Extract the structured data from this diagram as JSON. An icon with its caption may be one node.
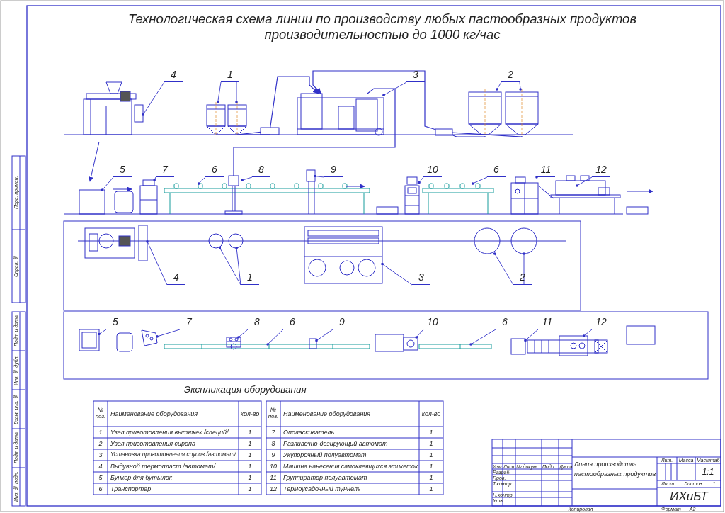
{
  "diagram": {
    "title": "Технологическая схема линии по производству любых пастообразных продуктов производительностью до 1000 кг/час",
    "nodes": [
      {
        "text": [
          "4"
        ]
      },
      {
        "text": [
          "1"
        ]
      },
      {
        "text": [
          "3"
        ]
      },
      {
        "text": [
          "2"
        ]
      },
      {
        "text": [
          "5"
        ]
      },
      {
        "text": [
          "7"
        ]
      },
      {
        "text": [
          "6"
        ]
      },
      {
        "text": [
          "8"
        ]
      },
      {
        "text": [
          "9"
        ]
      },
      {
        "text": [
          "10"
        ]
      },
      {
        "text": [
          "6"
        ]
      },
      {
        "text": [
          "11"
        ]
      },
      {
        "text": [
          "12"
        ]
      },
      {
        "text": [
          "4"
        ]
      },
      {
        "text": [
          "1"
        ]
      },
      {
        "text": [
          "3"
        ]
      },
      {
        "text": [
          "2"
        ]
      },
      {
        "text": [
          "5"
        ]
      },
      {
        "text": [
          "7"
        ]
      },
      {
        "text": [
          "8"
        ]
      },
      {
        "text": [
          "6"
        ]
      },
      {
        "text": [
          "9"
        ]
      },
      {
        "text": [
          "10"
        ]
      },
      {
        "text": [
          "6"
        ]
      },
      {
        "text": [
          "11"
        ]
      },
      {
        "text": [
          "12"
        ]
      },
      {
        "text": [],
        "shape": "picture"
      },
      {
        "text": [],
        "shape": "picture"
      },
      {
        "text": [],
        "shape": "picture"
      },
      {
        "text": [],
        "shape": "picture"
      },
      {
        "text": [],
        "shape": "picture"
      },
      {
        "text": [],
        "shape": "picture"
      },
      {
        "text": [],
        "shape": "box"
      },
      {
        "text": [],
        "shape": "picture"
      },
      {
        "text": [],
        "shape": "picture"
      },
      {
        "text": [],
        "shape": "picture"
      },
      {
        "text": [],
        "shape": "picture"
      },
      {
        "text": [],
        "shape": "picture"
      },
      {
        "text": [],
        "shape": "picture"
      },
      {
        "text": [],
        "shape": "picture"
      },
      {
        "text": [],
        "shape": "picture"
      },
      {
        "text": [],
        "shape": "picture"
      },
      {
        "text": [],
        "shape": "circle"
      },
      {
        "text": [],
        "shape": "circle"
      },
      {
        "text": [],
        "shape": "picture"
      },
      {
        "text": [],
        "shape": "circle"
      },
      {
        "text": [],
        "shape": "circle"
      },
      {
        "text": [],
        "shape": "picture"
      },
      {
        "text": [],
        "shape": "picture"
      },
      {
        "text": [],
        "shape": "picture"
      },
      {
        "text": [],
        "shape": "picture"
      },
      {
        "text": [],
        "shape": "box"
      },
      {
        "text": [],
        "shape": "picture"
      },
      {
        "text": [],
        "shape": "picture"
      },
      {
        "text": [],
        "shape": "box"
      },
      {
        "text": [],
        "shape": "picture"
      },
      {
        "text": [],
        "shape": "box"
      },
      {
        "text": [],
        "shape": "box"
      }
    ],
    "edges": [
      {
        "from": 0,
        "to": 26,
        "arrow": "other"
      },
      {
        "from": 1,
        "to": 27,
        "arrow": "other"
      },
      {
        "from": 1,
        "to": 28,
        "arrow": "other"
      },
      {
        "from": 2,
        "to": 29,
        "arrow": "other"
      },
      {
        "from": 3,
        "to": 30,
        "arrow": "other"
      },
      {
        "from": 3,
        "to": 31,
        "arrow": "other"
      },
      {
        "from": 4,
        "to": 32,
        "arrow": "other"
      },
      {
        "from": 5,
        "to": 33,
        "arrow": "other"
      },
      {
        "from": 6,
        "to": 34,
        "arrow": "other"
      },
      {
        "from": 7,
        "to": 35,
        "arrow": "other"
      },
      {
        "from": 8,
        "to": 36,
        "arrow": "other"
      },
      {
        "from": 9,
        "to": 37,
        "arrow": "other"
      },
      {
        "from": 10,
        "to": 38,
        "arrow": "other"
      },
      {
        "from": 11,
        "to": 39,
        "arrow": "other"
      },
      {
        "from": 12,
        "to": 40,
        "arrow": "other"
      },
      {
        "from": 13,
        "to": 41,
        "arrow": "other"
      },
      {
        "from": 14,
        "to": 42,
        "arrow": "other"
      },
      {
        "from": 14,
        "to": 43,
        "arrow": "other"
      },
      {
        "from": 15,
        "to": 44,
        "arrow": "other"
      },
      {
        "from": 16,
        "to": 45,
        "arrow": "other"
      },
      {
        "from": 16,
        "to": 46,
        "arrow": "other"
      },
      {
        "from": 17,
        "to": 47,
        "arrow": "other"
      },
      {
        "from": 18,
        "to": 48,
        "arrow": "other"
      },
      {
        "from": 19,
        "to": 50,
        "arrow": "other"
      },
      {
        "from": 20,
        "to": 49,
        "arrow": "other"
      },
      {
        "from": 21,
        "to": 51,
        "arrow": "other"
      },
      {
        "from": 22,
        "to": 52,
        "arrow": "other"
      },
      {
        "from": 23,
        "to": 53,
        "arrow": "other"
      },
      {
        "from": 24,
        "to": 54,
        "arrow": "other"
      },
      {
        "from": 25,
        "to": 55,
        "arrow": "other"
      },
      {
        "from": 27,
        "to": 56,
        "arrow": "none"
      },
      {
        "from": 28,
        "to": 56,
        "arrow": "none"
      },
      {
        "from": 56,
        "to": 29,
        "arrow": "to"
      },
      {
        "from": 30,
        "to": 57,
        "arrow": "none"
      },
      {
        "from": 31,
        "to": 57,
        "arrow": "none"
      },
      {
        "from": 57,
        "to": 29,
        "arrow": "to"
      },
      {
        "from": 29,
        "to": 35,
        "arrow": "none"
      }
    ],
    "labels": [
      "Экспликация оборудования",
      "№ поз.",
      "Наименование оборудования",
      "кол-во",
      "1",
      "Узел приготовления вытяжек /специй/",
      "1",
      "2",
      "Узел приготовления сиропа",
      "1",
      "3",
      "Установка приготовления соусов /автомат/",
      "1",
      "4",
      "Выдувной термопласт /автомат/",
      "1",
      "5",
      "Бункер для бутылок",
      "1",
      "6",
      "Транспортер",
      "1",
      "№ поз.",
      "Наименование оборудования",
      "кол-во",
      "7",
      "Ополаскиватель",
      "1",
      "8",
      "Разливочно-дозирующий автомат",
      "1",
      "9",
      "Укупорочный полуавтомат",
      "1",
      "10",
      "Машина нанесения самоклеящихся этикеток",
      "1",
      "11",
      "Группиратор полуавтомат",
      "1",
      "12",
      "Термоусадочный туннель",
      "1",
      "Изм.",
      "Лист",
      "№ докум.",
      "Подп.",
      "Дата",
      "Разраб.",
      "Пров.",
      "Т.контр.",
      "Н.контр.",
      "Утв.",
      "Линия производства пастообразных продуктов",
      "Лит.",
      "Масса",
      "Масштаб",
      "1:1",
      "Лист",
      "Листов",
      "1",
      "ИХиБТ",
      "Копировал",
      "Формат",
      "А2",
      "Перв. примен.",
      "Справ. №",
      "Подп. и дата",
      "Инв. № дубл.",
      "Взам. инв. №",
      "Подп. и дата",
      "Инв. № подл."
    ]
  }
}
